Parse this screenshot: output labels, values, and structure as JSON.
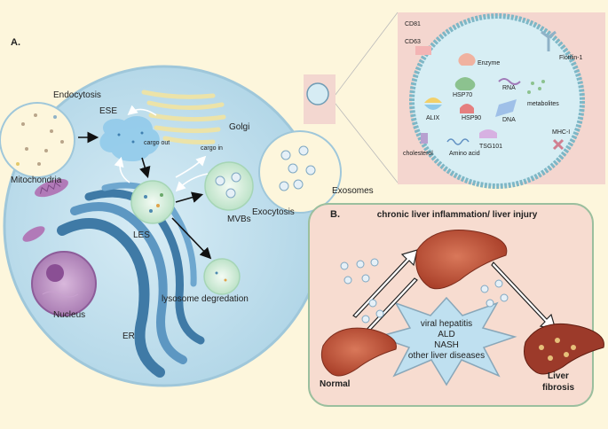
{
  "panel_a": {
    "label": "A.",
    "endocytosis": "Endocytosis",
    "ese": "ESE",
    "golgi": "Golgi",
    "cargo_out": "cargo out",
    "cargo_in": "cargo in",
    "mitochondria": "Mitochondria",
    "les": "LES",
    "mvbs": "MVBs",
    "exocytosis": "Exocytosis",
    "exosomes": "Exosomes",
    "lysosome": "lysosome degredation",
    "nucleus": "Nucleus",
    "er": "ER"
  },
  "exosome_zoom": {
    "cd81": "CD81",
    "cd63": "CD63",
    "flotilin": "Flotilin-1",
    "enzyme": "Enzyme",
    "hsp70": "HSP70",
    "rna": "RNA",
    "alix": "ALIX",
    "hsp90": "HSP90",
    "dna": "DNA",
    "metabolites": "metabolites",
    "mhc": "MHC-I",
    "tsg101": "TSG101",
    "amino_acid": "Amino acid",
    "cholesterol": "cholesterol"
  },
  "panel_b": {
    "label": "B.",
    "title": "chronic liver inflammation/ liver injury",
    "normal": "Normal",
    "fibrosis": "Liver fibrosis",
    "diseases": [
      "viral hepatitis",
      "ALD",
      "NASH",
      "other liver diseases"
    ]
  },
  "colors": {
    "page_bg": "#fdf6dc",
    "cell_fill": "#c7e2ef",
    "cell_stroke": "#9fc7da",
    "panel_b_bg": "#f7dcd0",
    "panel_b_border": "#9bbf9e",
    "zoom_bg": "#f4d6cf",
    "zoom_circle": "#b7dde6",
    "star_fill": "#bfe0f0",
    "liver": "#c4553a"
  }
}
